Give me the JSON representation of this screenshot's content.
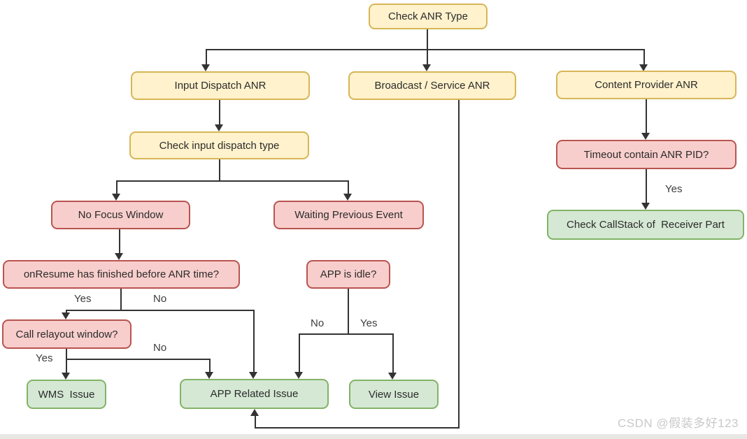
{
  "nodes": {
    "check_anr_type": "Check ANR Type",
    "input_dispatch_anr": "Input Dispatch ANR",
    "broadcast_service_anr": "Broadcast / Service ANR",
    "content_provider_anr": "Content Provider ANR",
    "check_input_dispatch_type": "Check input dispatch type",
    "no_focus_window": "No Focus Window",
    "waiting_previous_event": "Waiting Previous Event",
    "onresume_finished": "onResume has finished before ANR time?",
    "app_is_idle": "APP is idle?",
    "call_relayout_window": "Call relayout window?",
    "timeout_contain_anr_pid": "Timeout contain ANR PID?",
    "wms_issue": "WMS  Issue",
    "app_related_issue": "APP Related Issue",
    "view_issue": "View Issue",
    "check_callstack_receiver": "Check CallStack of  Receiver Part"
  },
  "edge_labels": {
    "onresume_yes": "Yes",
    "onresume_no": "No",
    "relayout_no": "No",
    "relayout_yes": "Yes",
    "app_idle_no": "No",
    "app_idle_yes": "Yes",
    "timeout_yes": "Yes"
  },
  "colors": {
    "type_fill": "#FFF2CC",
    "type_border": "#D6B656",
    "condition_fill": "#F8CECC",
    "condition_border": "#B85450",
    "result_fill": "#D5E8D4",
    "result_border": "#82B366",
    "connector": "#333333"
  },
  "watermark": "CSDN @假装多好123"
}
